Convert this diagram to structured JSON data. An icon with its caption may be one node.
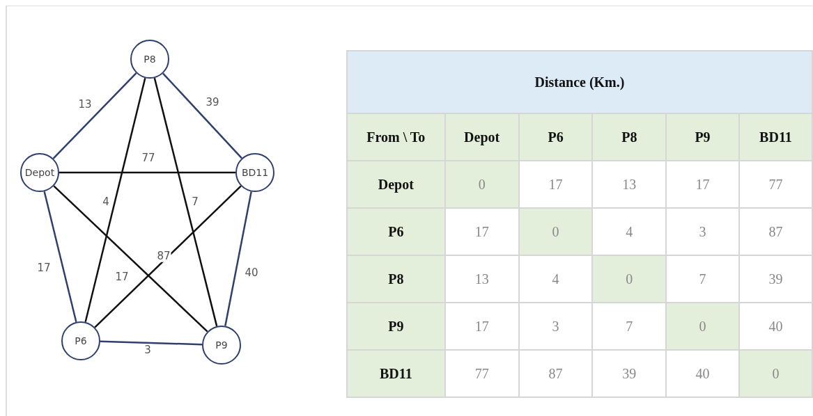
{
  "diagram": {
    "nodes": [
      {
        "text": [
          "P8"
        ]
      },
      {
        "text": [
          "Depot"
        ]
      },
      {
        "text": [
          "BD11"
        ]
      },
      {
        "text": [
          "P6"
        ]
      },
      {
        "text": [
          "P9"
        ]
      }
    ],
    "edges": [
      {
        "from": 1,
        "to": 0,
        "arrow": "none",
        "label": "13"
      },
      {
        "from": 0,
        "to": 2,
        "arrow": "none",
        "label": "39"
      },
      {
        "from": 1,
        "to": 2,
        "arrow": "none",
        "label": "77",
        "color": "#111111"
      },
      {
        "from": 0,
        "to": 3,
        "arrow": "none",
        "label": "4",
        "color": "#111111"
      },
      {
        "from": 0,
        "to": 4,
        "arrow": "none",
        "label": "7",
        "color": "#111111"
      },
      {
        "from": 1,
        "to": 3,
        "arrow": "none",
        "label": "17"
      },
      {
        "from": 2,
        "to": 4,
        "arrow": "none",
        "label": "40"
      },
      {
        "from": 1,
        "to": 4,
        "arrow": "none",
        "label": "17",
        "color": "#111111"
      },
      {
        "from": 3,
        "to": 2,
        "arrow": "none",
        "label": "87",
        "color": "#111111"
      },
      {
        "from": 3,
        "to": 4,
        "arrow": "none",
        "label": "3"
      }
    ],
    "labels": [
      "Distance (Km.)",
      "From \\ To",
      "Depot",
      "P6",
      "P8",
      "P9",
      "BD11",
      "Depot",
      "0",
      "17",
      "13",
      "17",
      "77",
      "P6",
      "17",
      "0",
      "4",
      "3",
      "87",
      "P8",
      "13",
      "4",
      "0",
      "7",
      "39",
      "P9",
      "17",
      "3",
      "7",
      "0",
      "40",
      "BD11",
      "77",
      "87",
      "39",
      "40",
      "0"
    ]
  }
}
